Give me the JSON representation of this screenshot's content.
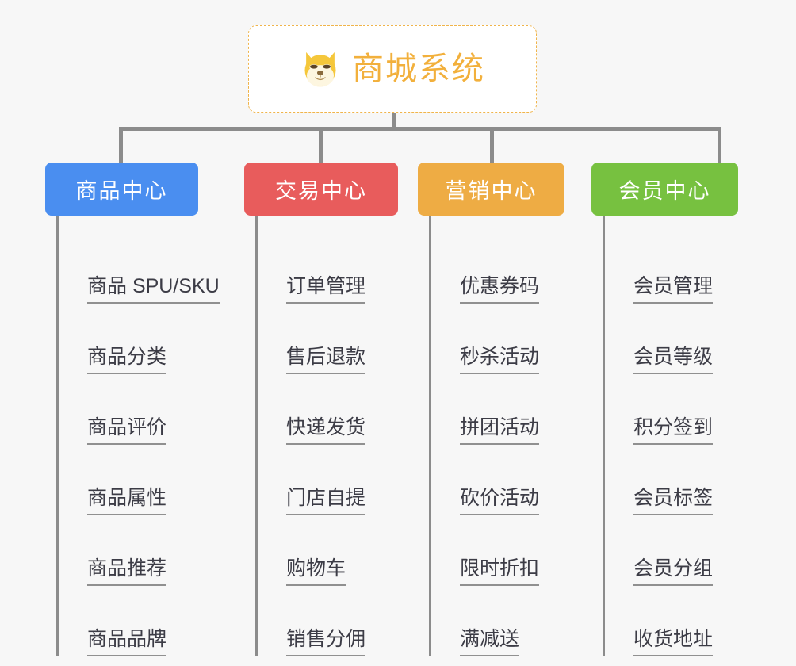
{
  "diagram": {
    "type": "organization-tree",
    "background_color": "#f7f7f7",
    "connector_color": "#8c8c8c",
    "root": {
      "title": "商城系统",
      "icon": "dog-face-icon",
      "text_color": "#f2b03c",
      "border_color": "#f0b44a",
      "background_color": "#ffffff"
    },
    "branches": [
      {
        "label": "商品中心",
        "color": "#4a8ef0",
        "items": [
          "商品 SPU/SKU",
          "商品分类",
          "商品评价",
          "商品属性",
          "商品推荐",
          "商品品牌"
        ]
      },
      {
        "label": "交易中心",
        "color": "#e85c5c",
        "items": [
          "订单管理",
          "售后退款",
          "快递发货",
          "门店自提",
          "购物车",
          "销售分佣"
        ]
      },
      {
        "label": "营销中心",
        "color": "#eeac44",
        "items": [
          "优惠券码",
          "秒杀活动",
          "拼团活动",
          "砍价活动",
          "限时折扣",
          "满减送"
        ]
      },
      {
        "label": "会员中心",
        "color": "#77c140",
        "items": [
          "会员管理",
          "会员等级",
          "积分签到",
          "会员标签",
          "会员分组",
          "收货地址"
        ]
      }
    ]
  }
}
